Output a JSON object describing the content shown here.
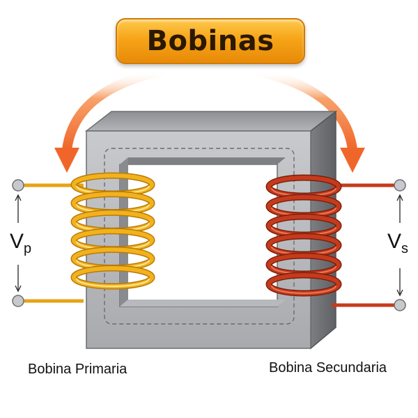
{
  "title": "Bobinas",
  "labels": {
    "primary_coil": "Bobina Primaria",
    "secondary_coil": "Bobina Secundaria",
    "primary_voltage_main": "V",
    "primary_voltage_sub": "p",
    "secondary_voltage_main": "V",
    "secondary_voltage_sub": "s"
  },
  "colors": {
    "primary_coil": "#f2b21e",
    "secondary_coil": "#c63a1c",
    "core": "#9c9da1",
    "arrow": "#f47a2a",
    "badge": "#f6a418"
  },
  "coil_turns": {
    "primary": 6,
    "secondary": 6
  }
}
